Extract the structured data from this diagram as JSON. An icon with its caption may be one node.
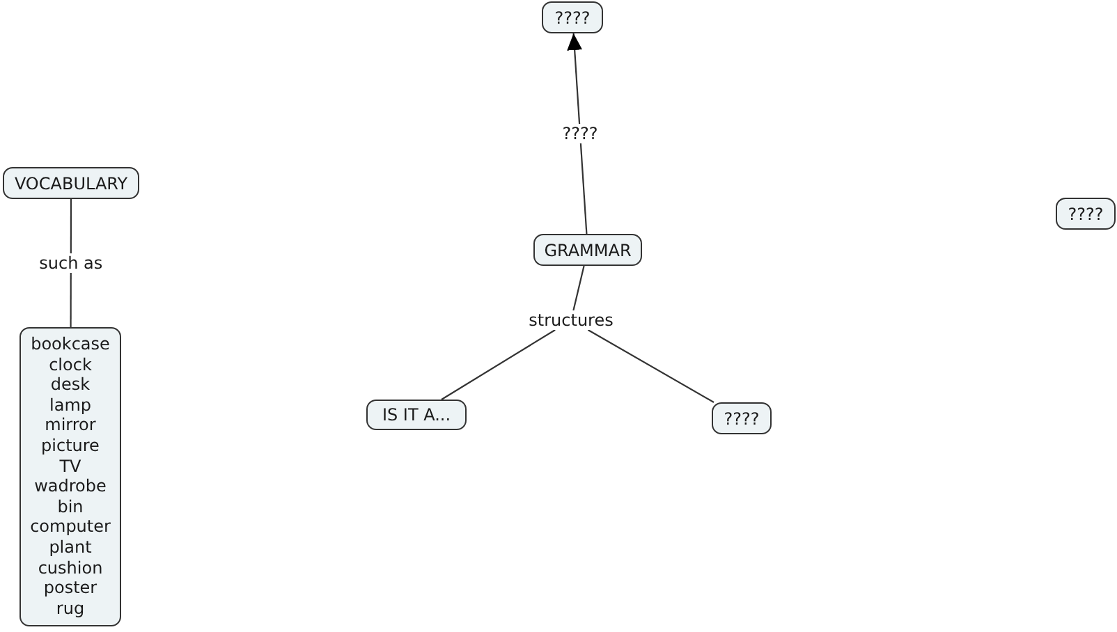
{
  "diagram": {
    "nodes": [
      {
        "text": [
          "????"
        ]
      },
      {
        "text": [
          "VOCABULARY"
        ]
      },
      {
        "text": [
          "GRAMMAR"
        ]
      },
      {
        "text": [
          "????"
        ]
      },
      {
        "text": [
          "structures"
        ]
      },
      {
        "text": [
          "bookcase",
          "clock",
          "desk",
          "lamp",
          "mirror",
          "picture",
          "TV",
          "wadrobe",
          "bin",
          "computer",
          "plant",
          "cushion",
          "poster",
          "rug"
        ]
      },
      {
        "text": [
          "IS IT A..."
        ]
      },
      {
        "text": [
          "????"
        ]
      }
    ],
    "edges": [
      {
        "from": 2,
        "to": 0,
        "arrow": "to",
        "label": "????"
      },
      {
        "from": 1,
        "to": 5,
        "arrow": "none",
        "label": "such as"
      },
      {
        "from": 2,
        "to": 4,
        "arrow": "none"
      },
      {
        "from": 4,
        "to": 6,
        "arrow": "none"
      },
      {
        "from": 4,
        "to": 7,
        "arrow": "none"
      }
    ]
  }
}
